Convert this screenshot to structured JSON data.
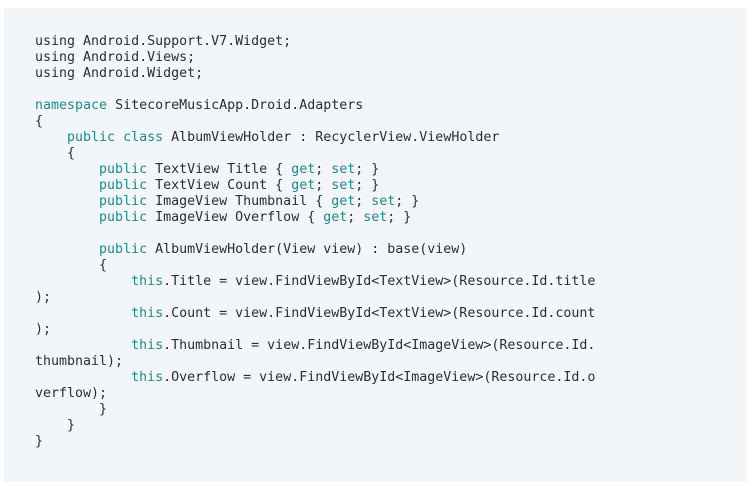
{
  "code_snippet": {
    "language": "csharp",
    "colors": {
      "background": "#f3f6f9",
      "text": "#2d2d2d",
      "keyword": "#1a8a8f"
    },
    "lines": [
      [
        {
          "t": "using Android.Support.V7.Widget;"
        }
      ],
      [
        {
          "t": "using Android.Views;"
        }
      ],
      [
        {
          "t": "using Android.Widget;"
        }
      ],
      [],
      [
        {
          "t": "namespace",
          "k": true
        },
        {
          "t": " SitecoreMusicApp.Droid.Adapters"
        }
      ],
      [
        {
          "t": "{"
        }
      ],
      [
        {
          "t": "    "
        },
        {
          "t": "public",
          "k": true
        },
        {
          "t": " "
        },
        {
          "t": "class",
          "k": true
        },
        {
          "t": " AlbumViewHolder : RecyclerView.ViewHolder"
        }
      ],
      [
        {
          "t": "    {"
        }
      ],
      [
        {
          "t": "        "
        },
        {
          "t": "public",
          "k": true
        },
        {
          "t": " TextView Title { "
        },
        {
          "t": "get",
          "k": true
        },
        {
          "t": "; "
        },
        {
          "t": "set",
          "k": true
        },
        {
          "t": "; }"
        }
      ],
      [
        {
          "t": "        "
        },
        {
          "t": "public",
          "k": true
        },
        {
          "t": " TextView Count { "
        },
        {
          "t": "get",
          "k": true
        },
        {
          "t": "; "
        },
        {
          "t": "set",
          "k": true
        },
        {
          "t": "; }"
        }
      ],
      [
        {
          "t": "        "
        },
        {
          "t": "public",
          "k": true
        },
        {
          "t": " ImageView Thumbnail { "
        },
        {
          "t": "get",
          "k": true
        },
        {
          "t": "; "
        },
        {
          "t": "set",
          "k": true
        },
        {
          "t": "; }"
        }
      ],
      [
        {
          "t": "        "
        },
        {
          "t": "public",
          "k": true
        },
        {
          "t": " ImageView Overflow { "
        },
        {
          "t": "get",
          "k": true
        },
        {
          "t": "; "
        },
        {
          "t": "set",
          "k": true
        },
        {
          "t": "; }"
        }
      ],
      [],
      [
        {
          "t": "        "
        },
        {
          "t": "public",
          "k": true
        },
        {
          "t": " AlbumViewHolder(View view) : base(view)"
        }
      ],
      [
        {
          "t": "        {"
        }
      ],
      [
        {
          "t": "            "
        },
        {
          "t": "this",
          "k": true
        },
        {
          "t": ".Title = view.FindViewById<TextView>(Resource.Id.title"
        }
      ],
      [
        {
          "t": ");"
        }
      ],
      [
        {
          "t": "            "
        },
        {
          "t": "this",
          "k": true
        },
        {
          "t": ".Count = view.FindViewById<TextView>(Resource.Id.count"
        }
      ],
      [
        {
          "t": ");"
        }
      ],
      [
        {
          "t": "            "
        },
        {
          "t": "this",
          "k": true
        },
        {
          "t": ".Thumbnail = view.FindViewById<ImageView>(Resource.Id."
        }
      ],
      [
        {
          "t": "thumbnail);"
        }
      ],
      [
        {
          "t": "            "
        },
        {
          "t": "this",
          "k": true
        },
        {
          "t": ".Overflow = view.FindViewById<ImageView>(Resource.Id.o"
        }
      ],
      [
        {
          "t": "verflow);"
        }
      ],
      [
        {
          "t": "        }"
        }
      ],
      [
        {
          "t": "    }"
        }
      ],
      [
        {
          "t": "}"
        }
      ]
    ]
  }
}
